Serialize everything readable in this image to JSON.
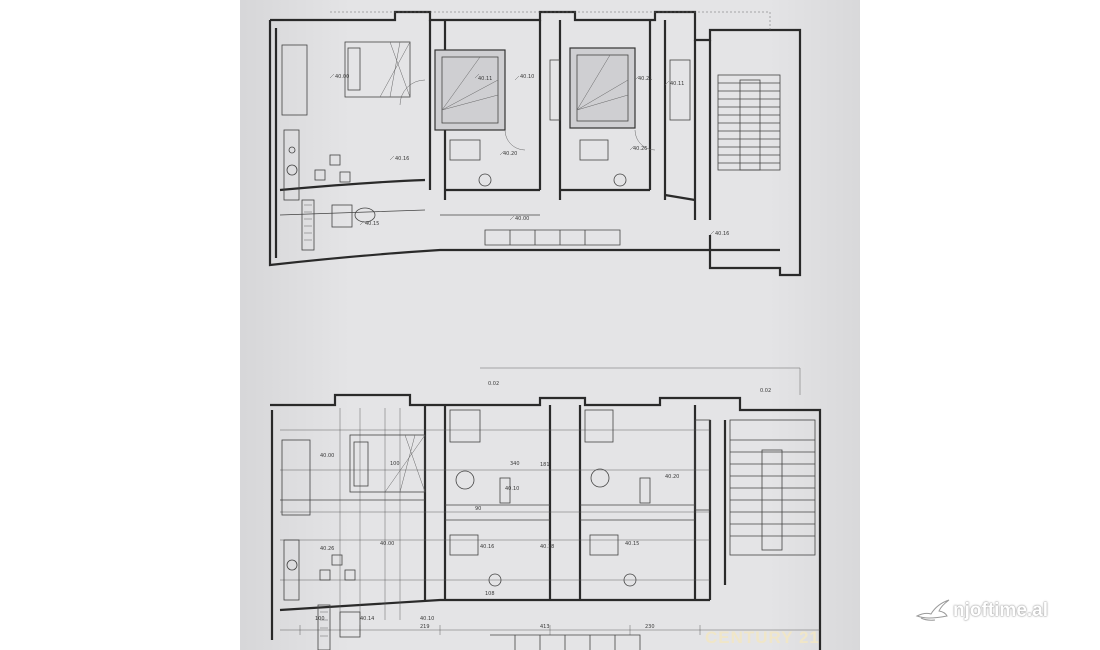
{
  "plan_top": {
    "area_labels": [
      "40.00",
      "40.16",
      "40.11",
      "40.10",
      "40.21",
      "40.11",
      "40.20",
      "40.26",
      "40.15",
      "40.00",
      "40.16"
    ]
  },
  "plan_bottom": {
    "elevation_labels": [
      "0.02",
      "0.02"
    ],
    "area_labels": [
      "40.00",
      "40.26",
      "40.00",
      "40.20",
      "40.10",
      "40.16",
      "40.18",
      "40.15",
      "40.14",
      "40.10"
    ],
    "dimension_labels": [
      "100",
      "100",
      "340",
      "181",
      "219",
      "413",
      "230",
      "108",
      "90"
    ]
  },
  "watermark": "CENTURY 21",
  "brand": {
    "text": "njoftime.al",
    "icon": "dove-icon"
  }
}
